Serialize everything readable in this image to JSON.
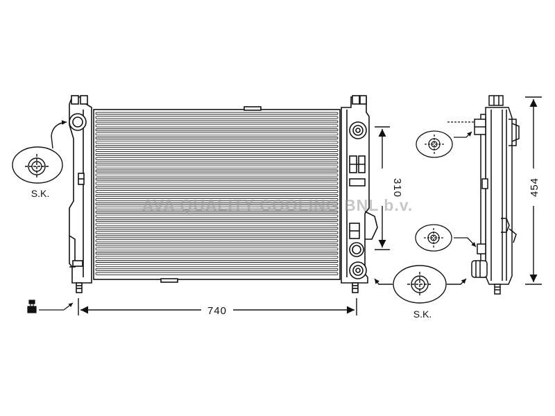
{
  "labels": {
    "width_dim": "740",
    "height_dim": "454",
    "core_height_dim": "310",
    "sk_left": "S.K.",
    "sk_right": "S.K."
  },
  "watermark": "AVA QUALITY COOLING BNL b.v.",
  "icons": {
    "plug": "drain-plug-icon"
  },
  "colors": {
    "line": "#111111",
    "fin_fill": "#d9d9d9",
    "watermark": "#9a9a9a"
  }
}
